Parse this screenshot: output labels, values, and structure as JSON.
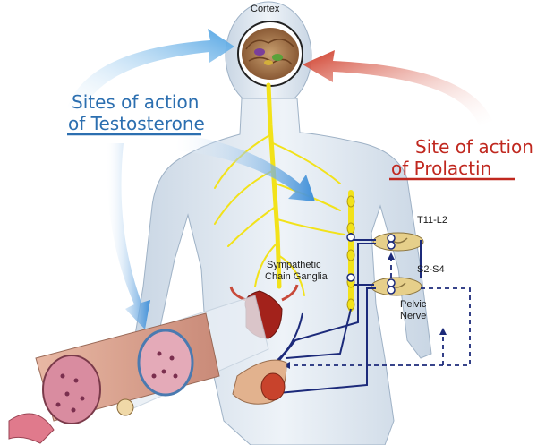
{
  "labels": {
    "cortex": "Cortex",
    "testosterone_line1": "Sites of action",
    "testosterone_line2": "of Testosterone",
    "prolactin_line1": "Site of action",
    "prolactin_line2": "of Prolactin",
    "t11_l2": "T11-L2",
    "s2_s4": "S2-S4",
    "sympathetic_line1": "Sympathetic",
    "sympathetic_line2": "Chain Ganglia",
    "pelvic_line1": "Pelvic",
    "pelvic_line2": "Nerve"
  },
  "colors": {
    "testosterone": "#2c6fb0",
    "testosterone_arrow": "#5aa9e6",
    "prolactin": "#c0281f",
    "prolactin_arrow": "#d94a36",
    "nerve": "#f2e21a",
    "pathway": "#1c2a7a",
    "body": "#dfe8f1"
  }
}
